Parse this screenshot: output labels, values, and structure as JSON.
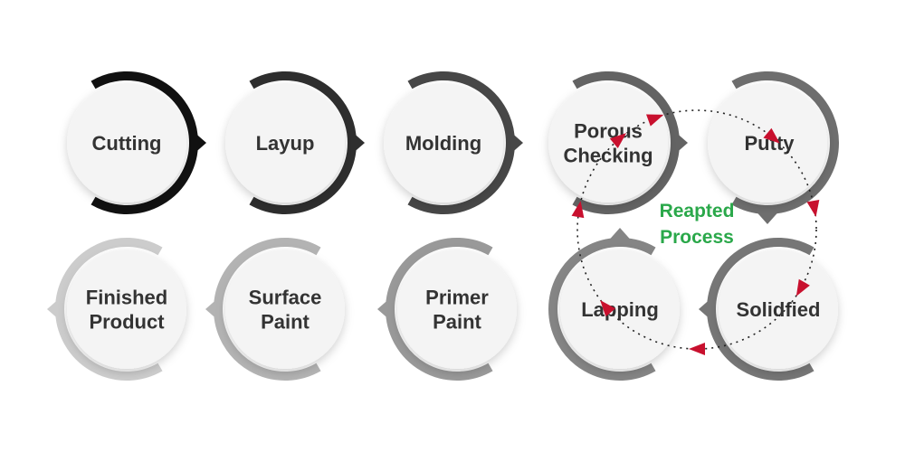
{
  "steps": [
    {
      "id": "cutting",
      "lines": [
        "Cutting"
      ],
      "ring_color": "#111111"
    },
    {
      "id": "layup",
      "lines": [
        "Layup"
      ],
      "ring_color": "#2e2e2e"
    },
    {
      "id": "molding",
      "lines": [
        "Molding"
      ],
      "ring_color": "#474747"
    },
    {
      "id": "porous-checking",
      "lines": [
        "Porous",
        "Checking"
      ],
      "ring_color": "#636363"
    },
    {
      "id": "putty",
      "lines": [
        "Putty"
      ],
      "ring_color": "#6e6e6e"
    },
    {
      "id": "solidfied",
      "lines": [
        "Solidfied"
      ],
      "ring_color": "#767676"
    },
    {
      "id": "lapping",
      "lines": [
        "Lapping"
      ],
      "ring_color": "#858585"
    },
    {
      "id": "primer-paint",
      "lines": [
        "Primer",
        "Paint"
      ],
      "ring_color": "#999999"
    },
    {
      "id": "surface-paint",
      "lines": [
        "Surface",
        "Paint"
      ],
      "ring_color": "#b3b3b3"
    },
    {
      "id": "finished-product",
      "lines": [
        "Finished",
        "Product"
      ],
      "ring_color": "#cccccc"
    }
  ],
  "loop": {
    "lines": [
      "Reapted",
      "Process"
    ],
    "text_color": "#2aa84a",
    "arrow_color": "#c8102e",
    "dot_color": "#222222"
  },
  "colors": {
    "circle_fill": "#f4f4f4",
    "shadow": "#d8d8d8"
  }
}
